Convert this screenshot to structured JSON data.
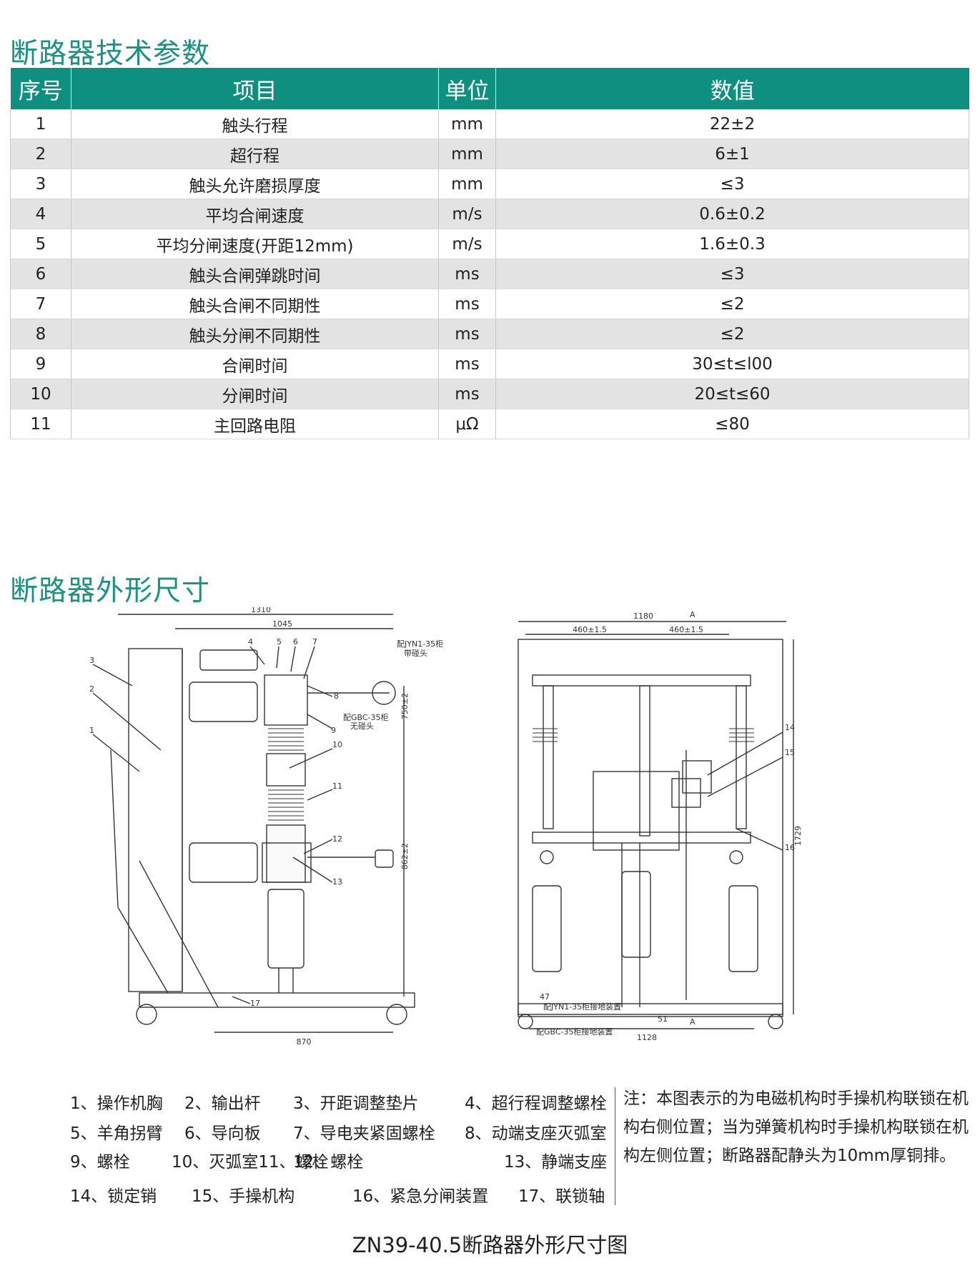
{
  "sections": {
    "params_title": "断路器技术参数",
    "dims_title": "断路器外形尺寸"
  },
  "table": {
    "headers": [
      "序号",
      "项目",
      "单位",
      "数值"
    ],
    "rows": [
      [
        "1",
        "触头行程",
        "mm",
        "22±2"
      ],
      [
        "2",
        "超行程",
        "mm",
        "6±1"
      ],
      [
        "3",
        "触头允许磨损厚度",
        "mm",
        "≤3"
      ],
      [
        "4",
        "平均合闸速度",
        "m/s",
        "0.6±0.2"
      ],
      [
        "5",
        "平均分闸速度(开距12mm)",
        "m/s",
        "1.6±0.3"
      ],
      [
        "6",
        "触头合闸弹跳时间",
        "ms",
        "≤3"
      ],
      [
        "7",
        "触头合闸不同期性",
        "ms",
        "≤2"
      ],
      [
        "8",
        "触头分闸不同期性",
        "ms",
        "≤2"
      ],
      [
        "9",
        "合闸时间",
        "ms",
        "30≤t≤l00"
      ],
      [
        "10",
        "分闸时间",
        "ms",
        "20≤t≤60"
      ],
      [
        "11",
        "主回路电阻",
        "μΩ",
        "≤80"
      ]
    ]
  },
  "drawing_side": {
    "dims": [
      "1310",
      "1045",
      "750±2",
      "862±2",
      "870"
    ],
    "callouts": [
      "1",
      "2",
      "3",
      "4",
      "5",
      "6",
      "7",
      "8",
      "9",
      "10",
      "11",
      "12",
      "13",
      "17"
    ],
    "notes": [
      "配JYN1-35柜",
      "带碰头",
      "配GBC-35柜",
      "无碰头"
    ]
  },
  "drawing_front": {
    "dims": [
      "1180",
      "460±1.5",
      "460±1.5",
      "1729",
      "1128",
      "47",
      "51"
    ],
    "section_marks": [
      "A",
      "A"
    ],
    "callouts": [
      "14",
      "15",
      "16"
    ],
    "notes": [
      "配JYN1-35柜接地装置",
      "配GBC-35柜接地装置"
    ]
  },
  "legend": [
    "1、操作机胸",
    "2、输出杆",
    "3、开距调整垫片",
    "4、超行程调整螺栓",
    "5、羊角拐臂",
    "6、导向板",
    "7、导电夹紧固螺栓",
    "8、动端支座灭弧室",
    "9、螺栓",
    "10、灭弧室11、螺栓",
    "12、螺栓",
    "13、静端支座",
    "14、锁定销",
    "15、手操机构",
    "16、紧急分闸装置",
    "17、联锁轴"
  ],
  "note": "注：本图表示的为电磁机构时手操机构联锁在机构右侧位置；当为弹簧机构时手操机构联锁在机构左侧位置；断路器配静头为10mm厚铜排。",
  "caption": "ZN39-40.5断路器外形尺寸图",
  "colors": {
    "title": "#1b9184",
    "header_bg": "#0f8f80",
    "alt_row": "#e3e3e4"
  }
}
